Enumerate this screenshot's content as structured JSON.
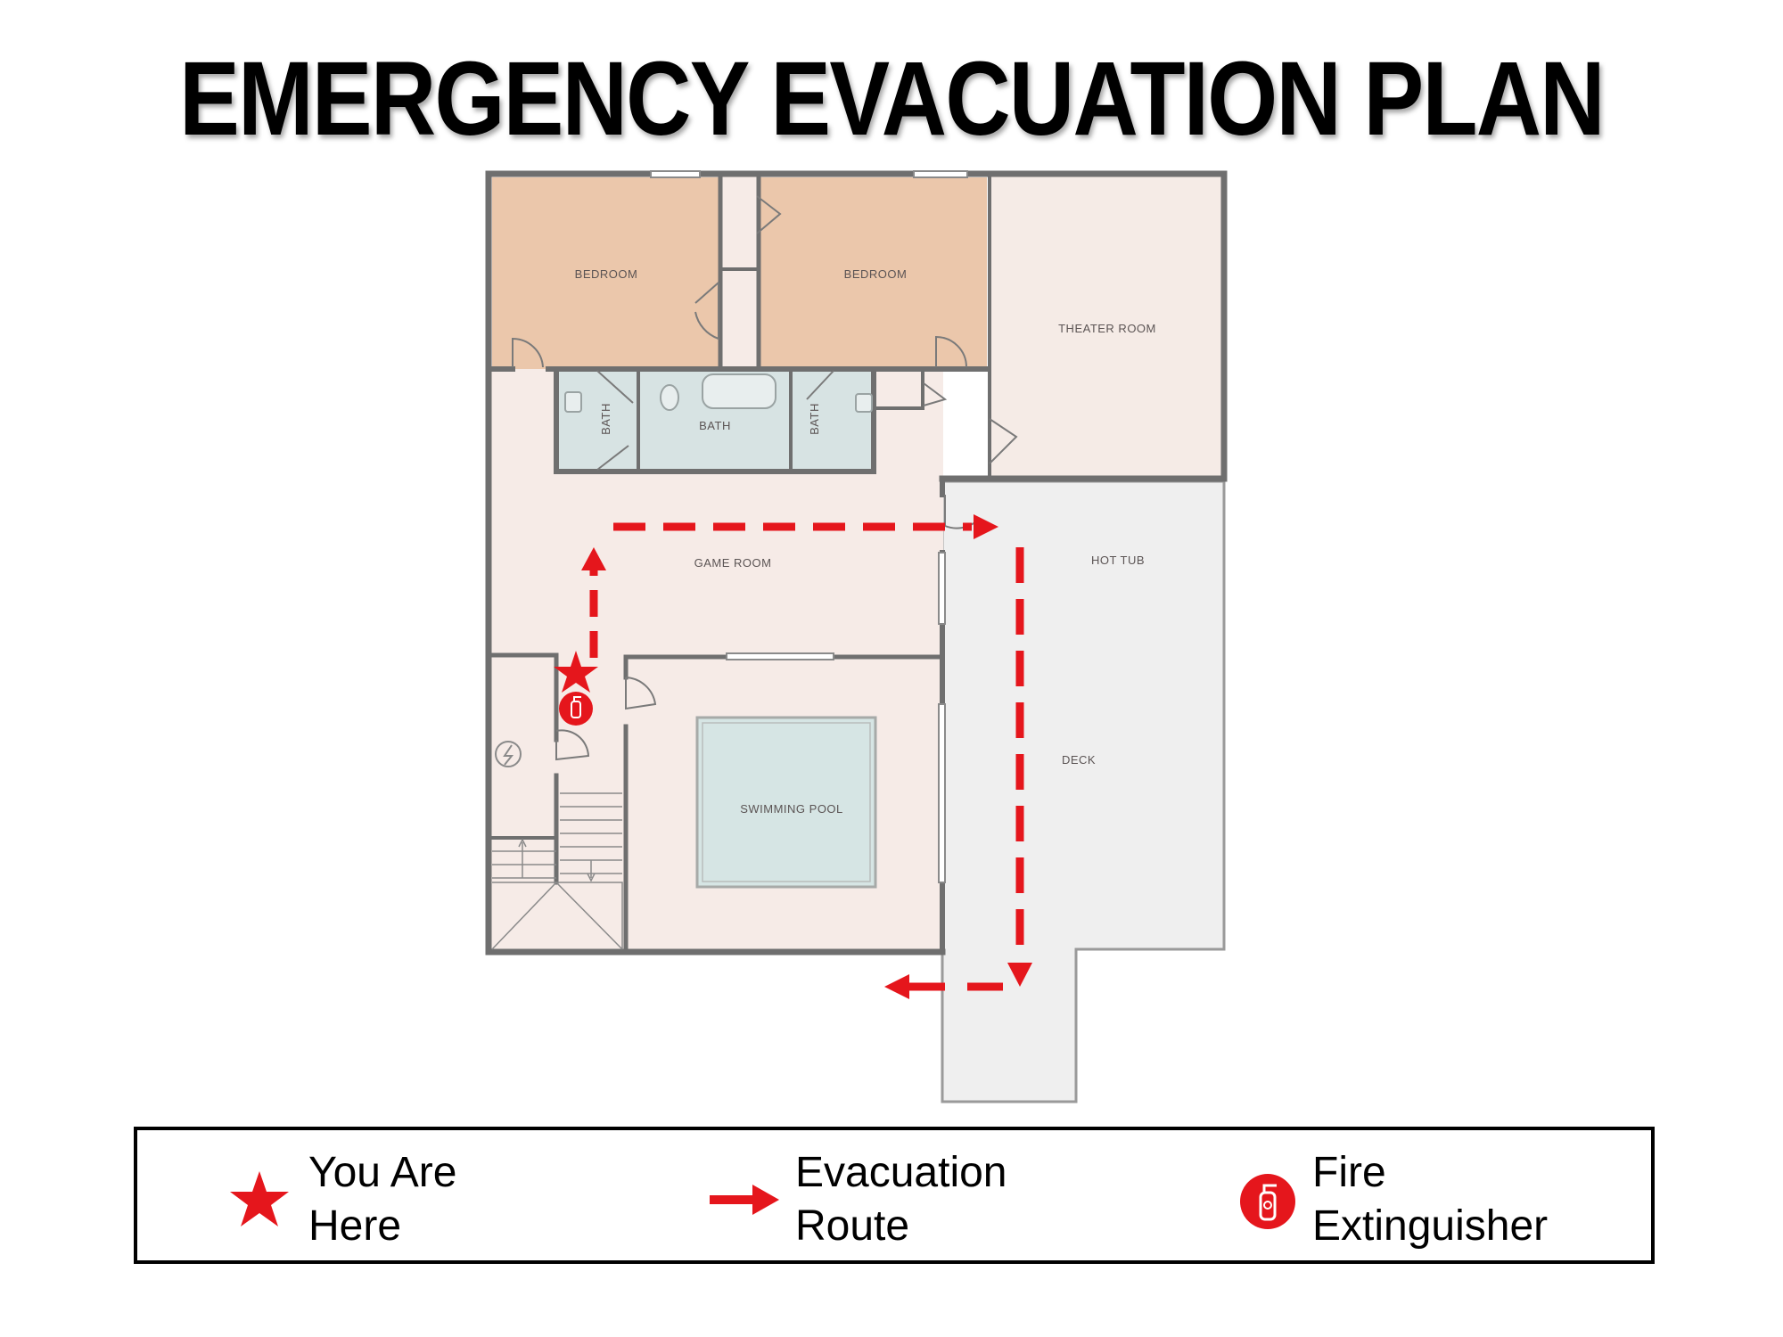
{
  "title": "EMERGENCY EVACUATION PLAN",
  "rooms": {
    "bedroom_left": "BEDROOM",
    "bedroom_right": "BEDROOM",
    "theater": "THEATER ROOM",
    "bath_left": "BATH",
    "bath_center": "BATH",
    "bath_right": "BATH",
    "game_room": "GAME ROOM",
    "hot_tub": "HOT TUB",
    "deck": "DECK",
    "swimming_pool": "SWIMMING POOL"
  },
  "legend": {
    "you_are_here": {
      "line1": "You Are",
      "line2": "Here"
    },
    "evacuation_route": {
      "line1": "Evacuation",
      "line2": "Route"
    },
    "fire_extinguisher": {
      "line1": "Fire",
      "line2": "Extinguisher"
    }
  },
  "colors": {
    "route": "#e5161c",
    "bedroom": "#ebc7ab",
    "floor": "#f6ebe7",
    "bath": "#d7e3e3",
    "deck": "#efefef",
    "wall": "#6f6f6f"
  },
  "icons": {
    "you_are_here": "star-icon",
    "evacuation_route": "arrow-right-icon",
    "fire_extinguisher": "fire-extinguisher-icon"
  }
}
